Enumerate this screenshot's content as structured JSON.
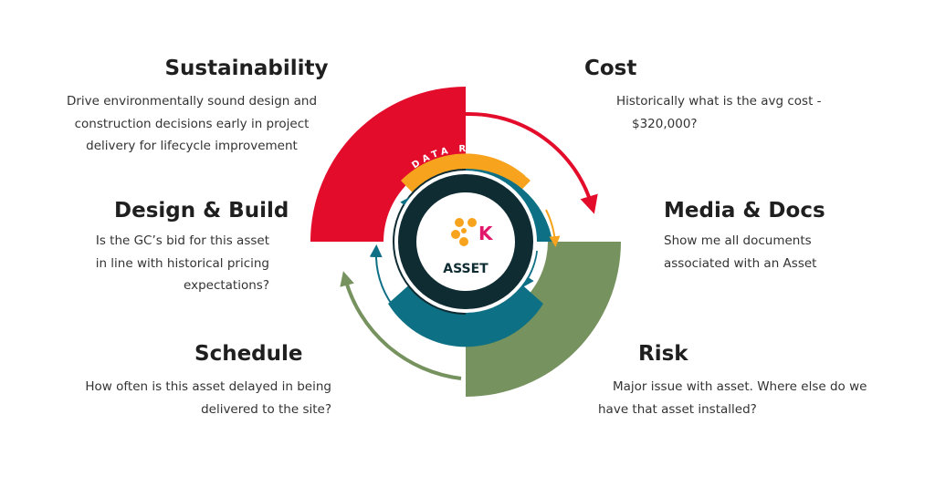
{
  "sections": {
    "sustainability": {
      "title": "Sustainability",
      "lines": [
        "Drive environmentally sound design and",
        "construction decisions early in project",
        "delivery for lifecycle improvement"
      ]
    },
    "cost": {
      "title": "Cost",
      "lines": [
        "Historically what is the avg cost -",
        "$320,000?"
      ]
    },
    "design_build": {
      "title": "Design & Build",
      "lines": [
        "Is the GC’s bid for this asset",
        "in line with historical pricing",
        "expectations?"
      ]
    },
    "media_docs": {
      "title": "Media & Docs",
      "lines": [
        "Show me all documents",
        "associated with an Asset"
      ]
    },
    "schedule": {
      "title": "Schedule",
      "lines": [
        "How often is this asset delayed in being",
        "delivered to the site?"
      ]
    },
    "risk": {
      "title": "Risk",
      "lines": [
        "Major issue with asset. Where else do we",
        "have that asset installed?"
      ]
    }
  },
  "center": {
    "ring_text": "DATA REPOSITORY",
    "label": "ASSET",
    "logo_letter": "K",
    "logo_icon": "asset-logo-icon"
  },
  "colors": {
    "red": "#e30c2b",
    "orange": "#f7a31e",
    "teal": "#0e7085",
    "green": "#76925f",
    "dark": "#0f2c33",
    "logo_pink": "#e2186b"
  }
}
